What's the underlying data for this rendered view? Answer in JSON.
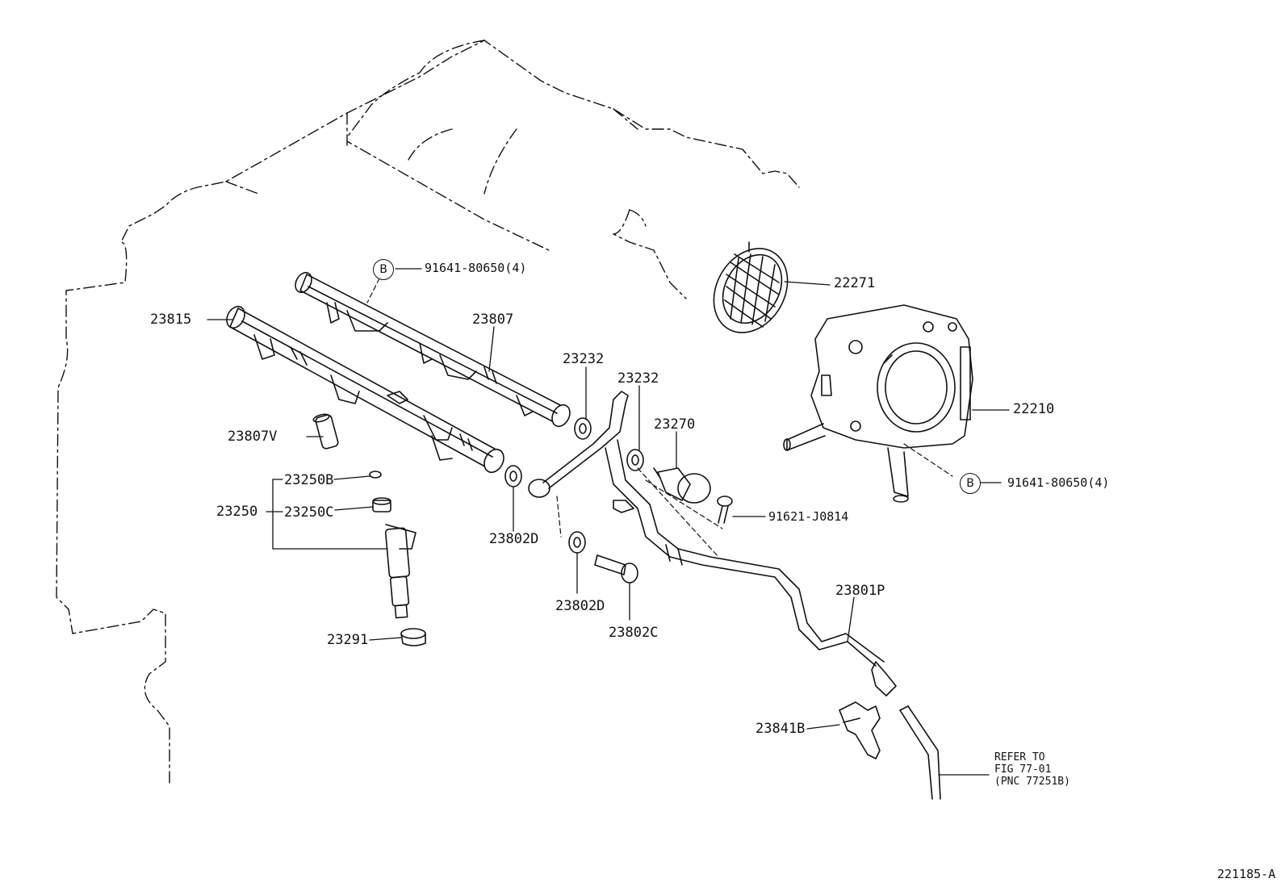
{
  "callouts": {
    "bolt_b_top": "91641-80650(4)",
    "bolt_b_right": "91641-80650(4)",
    "b_marker": "B",
    "gasket_22271": "22271",
    "throttle_body": "22210",
    "delivery_pipe_lh": "23815",
    "delivery_pipe_rh": "23807",
    "gasket_23232_a": "23232",
    "gasket_23232_b": "23232",
    "damper_23270": "23270",
    "bolt_91621": "91621-J0814",
    "spacer_23807v": "23807V",
    "oring_23250b": "23250B",
    "injector_assy": "23250",
    "cap_23250c": "23250C",
    "gasket_23802d_a": "23802D",
    "gasket_23802d_b": "23802D",
    "union_bolt": "23802C",
    "insulator_23291": "23291",
    "fuel_pipe_23801p": "23801P",
    "clamp_23841b": "23841B",
    "refer_line1": "REFER TO",
    "refer_line2": "FIG 77-01",
    "refer_line3": "(PNC 77251B)",
    "figure_id": "221185-A"
  }
}
